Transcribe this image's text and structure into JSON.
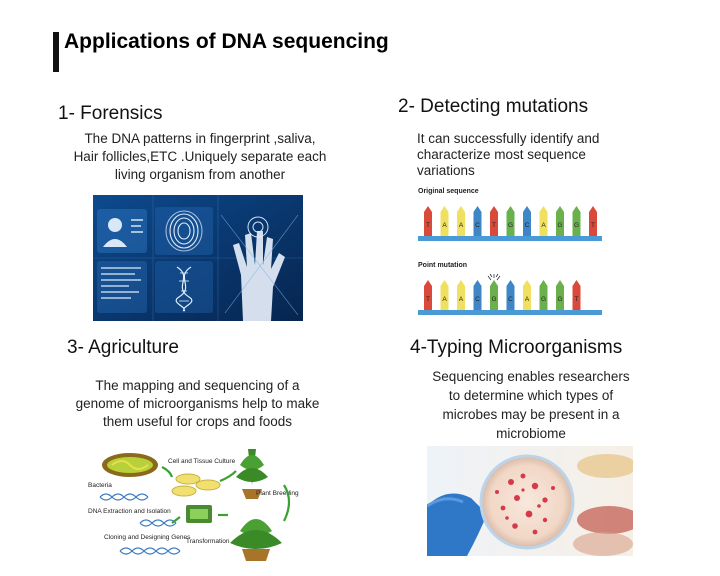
{
  "title": "Applications of DNA sequencing",
  "sections": {
    "forensics": {
      "heading": "1-  Forensics",
      "lines": [
        "The DNA patterns in fingerprint ,saliva,",
        "Hair follicles,ETC .Uniquely separate each",
        "living organism from another"
      ]
    },
    "mutations": {
      "heading": "2- Detecting mutations",
      "lines": [
        "It can successfully identify and",
        "characterize most sequence",
        "variations"
      ],
      "diagram": {
        "original_label": "Original sequence",
        "mutation_label": "Point mutation",
        "original_bases": [
          "T",
          "A",
          "A",
          "C",
          "T",
          "G",
          "C",
          "A",
          "G",
          "G",
          "T"
        ],
        "mutated_bases": [
          "T",
          "A",
          "A",
          "C",
          "G",
          "C",
          "A",
          "G",
          "G",
          "T"
        ]
      }
    },
    "agriculture": {
      "heading": "3- Agriculture",
      "lines": [
        "The mapping and sequencing of a",
        "genome of microorganisms help to make",
        "them useful for crops and foods"
      ],
      "diagram": {
        "bacteria": "Bacteria",
        "cell_culture": "Cell and Tissue Culture",
        "plant_breeding": "Plant Breeding",
        "dna_extraction": "DNA Extraction and Isolation",
        "cloning": "Cloning and Designing Genes",
        "transformation": "Transformation"
      }
    },
    "typing": {
      "heading": "4-Typing Microorganisms",
      "lines": [
        "Sequencing enables researchers",
        "to determine which types of",
        "microbes may be present in a",
        "microbiome"
      ]
    }
  },
  "colors": {
    "A": "#f0e060",
    "T": "#d94a3a",
    "C": "#3e86c6",
    "G": "#6ab04c",
    "forensics_bg": "#0a3a7a",
    "strand": "#4a9ad6"
  }
}
